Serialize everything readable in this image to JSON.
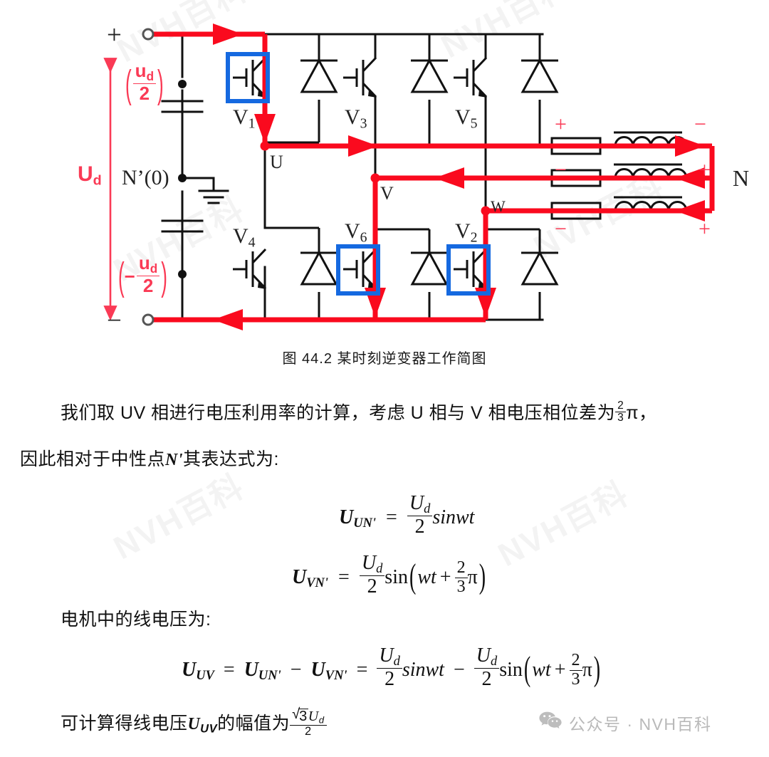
{
  "figure": {
    "caption": "图 44.2  某时刻逆变器工作简图",
    "dc_bus": {
      "plus_terminal": "+",
      "minus_terminal": "−",
      "total_label": "U",
      "total_label_sub": "d",
      "upper_half_label": "u",
      "upper_half_sub": "d",
      "upper_half_den": "2",
      "lower_half_label": "u",
      "lower_half_sub": "d",
      "lower_half_den": "2",
      "midpoint_label": "N’(0)"
    },
    "switches": [
      {
        "name": "V",
        "index": "1",
        "active": true,
        "position": "upper-U"
      },
      {
        "name": "V",
        "index": "3",
        "active": false,
        "position": "upper-V"
      },
      {
        "name": "V",
        "index": "5",
        "active": false,
        "position": "upper-W"
      },
      {
        "name": "V",
        "index": "4",
        "active": false,
        "position": "lower-U"
      },
      {
        "name": "V",
        "index": "6",
        "active": true,
        "position": "lower-V"
      },
      {
        "name": "V",
        "index": "2",
        "active": true,
        "position": "lower-W"
      }
    ],
    "phase_nodes": [
      "U",
      "V",
      "W"
    ],
    "motor": {
      "neutral_label": "N",
      "phases": [
        {
          "phase": "U",
          "left_polarity": "+",
          "right_polarity": "−"
        },
        {
          "phase": "V",
          "left_polarity": "−",
          "right_polarity": "+"
        },
        {
          "phase": "W",
          "left_polarity": "−",
          "right_polarity": "+"
        }
      ]
    },
    "colors": {
      "current_path": "#fa0a1e",
      "active_switch_box": "#1569e0",
      "annotation_red": "#fa3a55",
      "wire": "#111111"
    }
  },
  "body_text": {
    "p1_a": "我们取 UV 相进行电压利用率的计算，考虑 U 相与 V 相电压相位差为",
    "p1_frac_num": "2",
    "p1_frac_den": "3",
    "p1_pi": "π",
    "p1_b": "，",
    "p2_a": "因此相对于中性点",
    "p2_sym": "N'",
    "p2_b": "其表达式为:",
    "p3": "电机中的线电压为:",
    "p4_a": "可计算得线电压",
    "p4_sym_u": "U",
    "p4_sym_sub": "UV",
    "p4_b": "的幅值为",
    "p4_rad": "3",
    "p4_rad_u": "U",
    "p4_rad_sub": "d",
    "p4_den": "2"
  },
  "equations": {
    "eq1": {
      "lhs_u": "U",
      "lhs_sub": "UN'",
      "eq": "=",
      "num_u": "U",
      "num_sub": "d",
      "den": "2",
      "fn": "sinwt"
    },
    "eq2": {
      "lhs_u": "U",
      "lhs_sub": "VN'",
      "eq": "=",
      "num_u": "U",
      "num_sub": "d",
      "den": "2",
      "fn": "sin",
      "arg_wt": "wt",
      "arg_plus": "+",
      "arg_num": "2",
      "arg_den": "3",
      "arg_pi": "π"
    },
    "eq3": {
      "lhs_u": "U",
      "lhs_sub": "UV",
      "eq1": "=",
      "t1_u": "U",
      "t1_sub": "UN'",
      "minus": "−",
      "t2_u": "U",
      "t2_sub": "VN'",
      "eq2": "=",
      "num_u": "U",
      "num_sub": "d",
      "den": "2",
      "fn1": "sinwt",
      "minus2": "−",
      "num2_u": "U",
      "num2_sub": "d",
      "den2": "2",
      "fn2": "sin",
      "arg_wt": "wt",
      "arg_plus": "+",
      "arg_num": "2",
      "arg_den": "3",
      "arg_pi": "π"
    }
  },
  "footer": {
    "text": "公众号 ·  NVH百科",
    "icon": "wechat-icon",
    "color": "#bdbdbd"
  },
  "watermark": {
    "text": "NVH百科",
    "color": "#000000"
  }
}
